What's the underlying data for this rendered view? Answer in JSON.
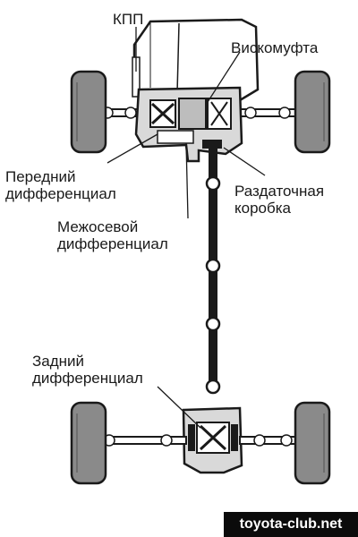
{
  "labels": {
    "gearbox": "КПП",
    "viscous_coupling": "Вискомуфта",
    "front_differential": [
      "Передний",
      "дифференциал"
    ],
    "transfer_case": [
      "Раздаточная",
      "коробка"
    ],
    "center_differential": [
      "Межосевой",
      "дифференциал"
    ],
    "rear_differential": [
      "Задний",
      "дифференциал"
    ]
  },
  "watermark": "toyota-club.net",
  "colors": {
    "outline": "#1a1a1a",
    "tire": "#8a8a8a",
    "tire_tread": "#6e6e6e",
    "housing": "#d9d9d9",
    "background": "#ffffff",
    "watermark_bg": "#0b0b0b"
  }
}
